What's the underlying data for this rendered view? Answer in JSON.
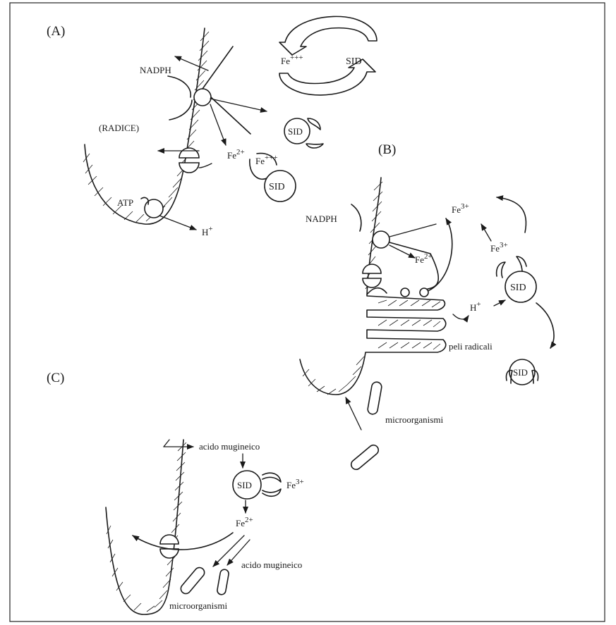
{
  "panels": {
    "a": "(A)",
    "b": "(B)",
    "c": "(C)"
  },
  "labels": {
    "nadph": "NADPH",
    "radice": "(RADICE)",
    "atp": "ATP",
    "h_plus": "H",
    "plus": "+",
    "fe": "Fe",
    "fe2_sup": "2+",
    "fe3_sup": "3+",
    "fe_ppp_sup": "+++",
    "sid": "SID",
    "peli_radicali": "peli radicali",
    "microorganismi": "microorganismi",
    "acido_mugineico": "acido mugineico"
  }
}
